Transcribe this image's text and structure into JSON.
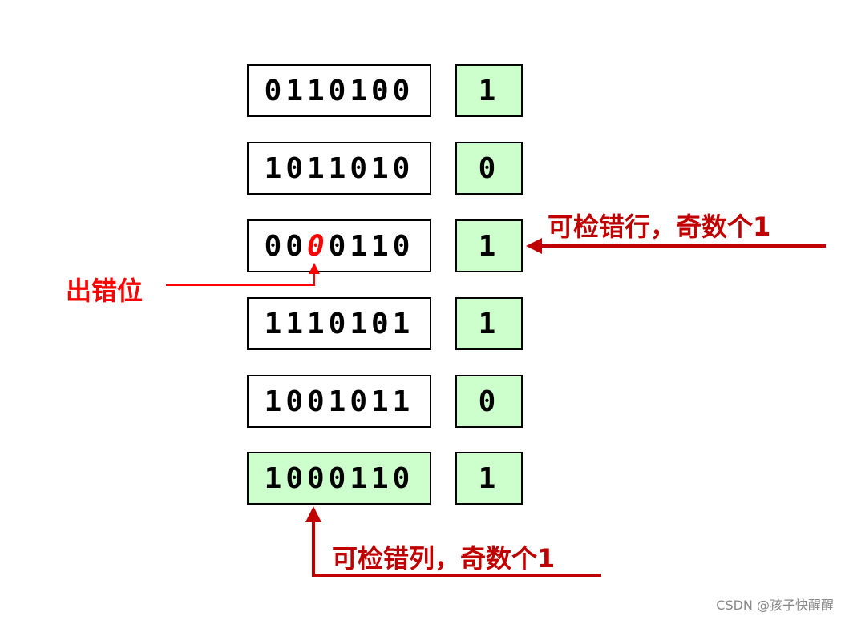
{
  "rows": [
    {
      "data": "0110100",
      "parity": "1"
    },
    {
      "data": "1011010",
      "parity": "0"
    },
    {
      "data": "0000110",
      "parity": "1",
      "error_index": 2
    },
    {
      "data": "1110101",
      "parity": "1"
    },
    {
      "data": "1001011",
      "parity": "0"
    },
    {
      "data": "1000110",
      "parity": "1",
      "highlight": true
    }
  ],
  "annotations": {
    "error_bit": "出错位",
    "row_check": "可检错行，奇数个1",
    "column_check": "可检错列，奇数个1"
  },
  "watermark": "CSDN @孩子快醒醒",
  "colors": {
    "highlight_fill": "#ccffcc",
    "error_bit": "#ff0000",
    "annotation_red": "#ff0000",
    "annotation_dark_red": "#c00000"
  }
}
